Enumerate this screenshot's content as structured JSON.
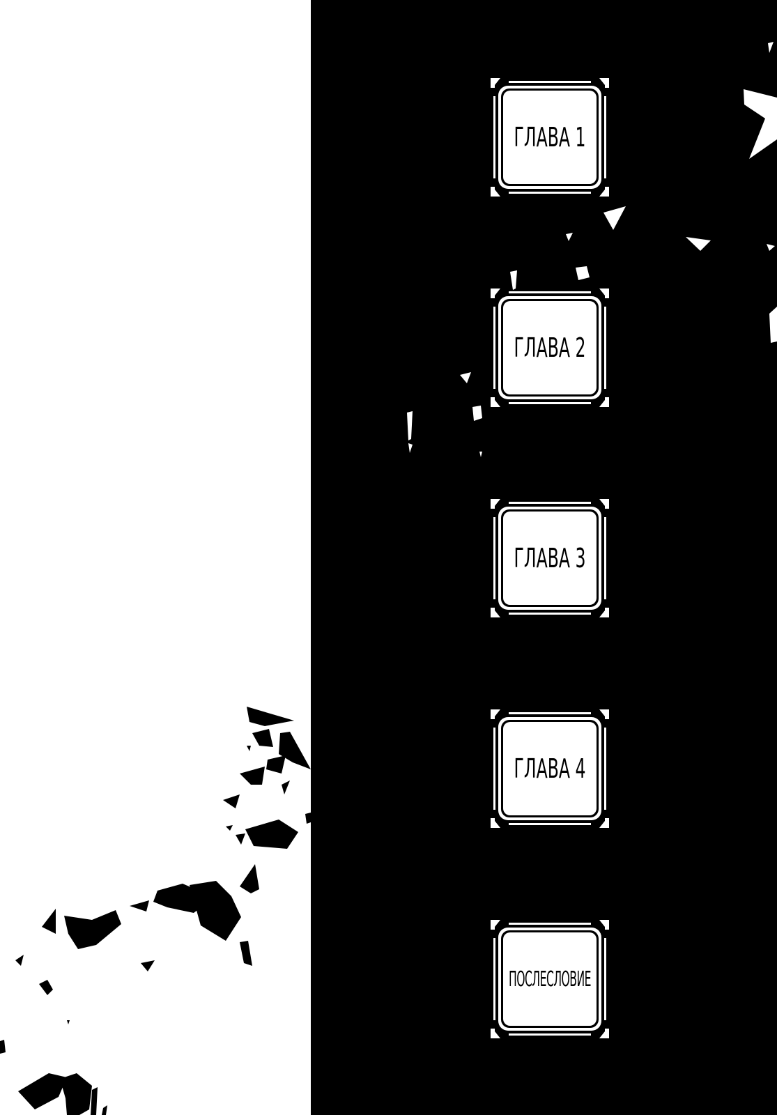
{
  "menu": {
    "chapters": [
      {
        "label": "ГЛАВА 1"
      },
      {
        "label": "ГЛАВА 2"
      },
      {
        "label": "ГЛАВА 3"
      },
      {
        "label": "ГЛАВА 4"
      },
      {
        "label": "ПОСЛЕСЛОВИЕ"
      }
    ]
  },
  "colors": {
    "background": "#ffffff",
    "panel": "#000000",
    "button_face": "#ffffff",
    "text": "#000000"
  }
}
